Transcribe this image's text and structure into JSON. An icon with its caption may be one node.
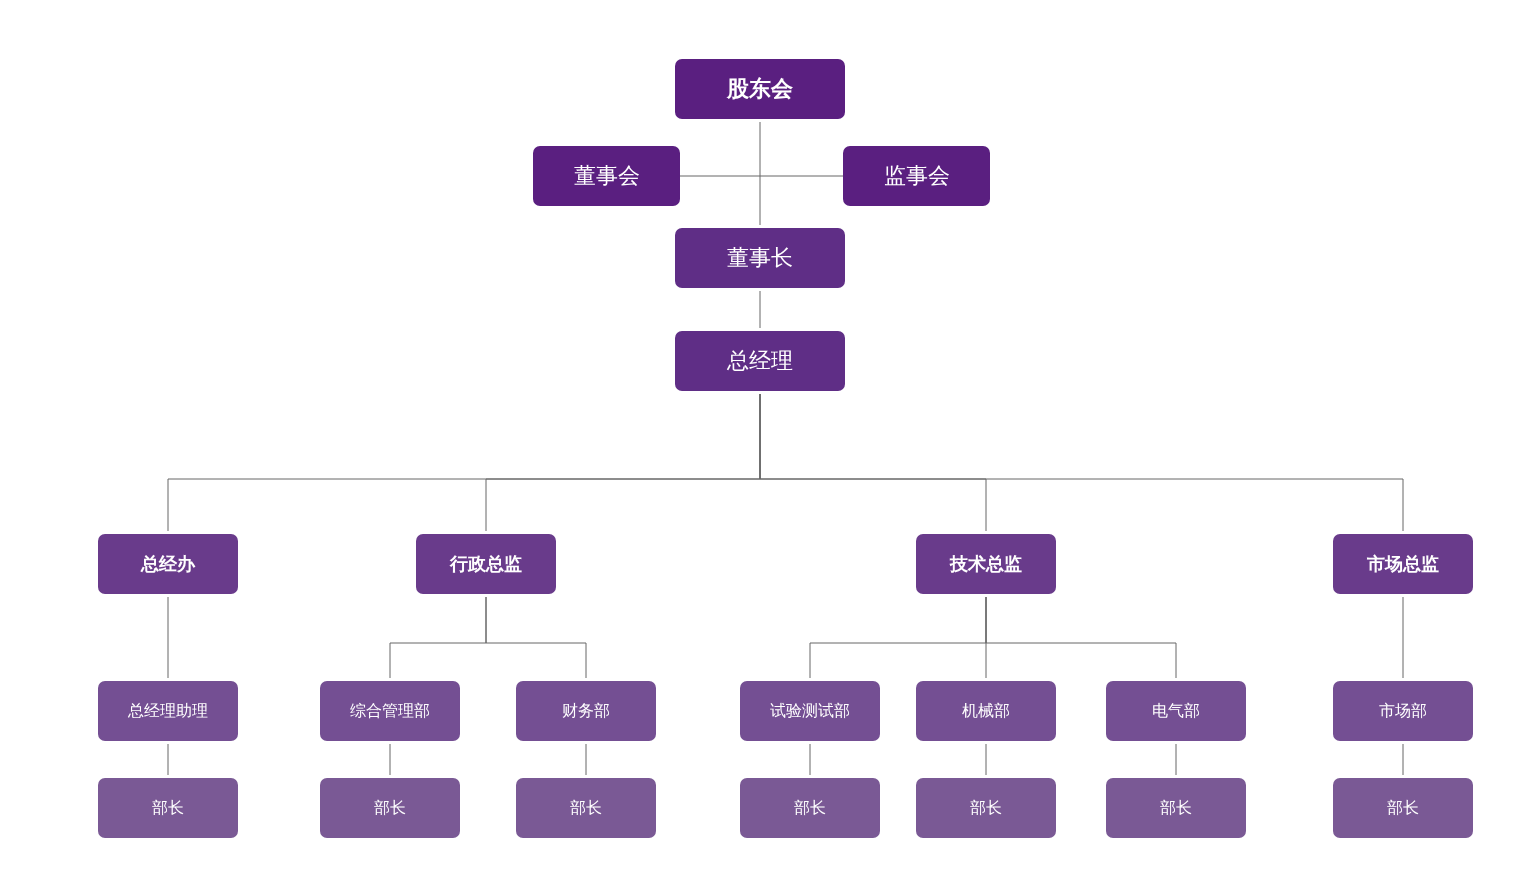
{
  "diagram": {
    "nodes": [
      {
        "text": [
          "股东会"
        ]
      },
      {
        "text": [
          "董事会"
        ]
      },
      {
        "text": [
          "监事会"
        ]
      },
      {
        "text": [
          "董事长"
        ]
      },
      {
        "text": [
          "总经理"
        ]
      },
      {
        "text": [
          "总经办"
        ]
      },
      {
        "text": [
          "行政总监"
        ]
      },
      {
        "text": [
          "技术总监"
        ]
      },
      {
        "text": [
          "市场总监"
        ]
      },
      {
        "text": [
          "总经理助理"
        ]
      },
      {
        "text": [
          "综合管理部"
        ]
      },
      {
        "text": [
          "财务部"
        ]
      },
      {
        "text": [
          "试验测试部"
        ]
      },
      {
        "text": [
          "机械部"
        ]
      },
      {
        "text": [
          "电气部"
        ]
      },
      {
        "text": [
          "市场部"
        ]
      },
      {
        "text": [
          "部长"
        ]
      },
      {
        "text": [
          "部长"
        ]
      },
      {
        "text": [
          "部长"
        ]
      },
      {
        "text": [
          "部长"
        ]
      },
      {
        "text": [
          "部长"
        ]
      },
      {
        "text": [
          "部长"
        ]
      },
      {
        "text": [
          "部长"
        ]
      }
    ],
    "edges": [
      {
        "from": 0,
        "to": 3,
        "arrow": "none"
      },
      {
        "from": 1,
        "to": 2,
        "arrow": "none"
      },
      {
        "from": 3,
        "to": 4,
        "arrow": "none"
      },
      {
        "from": 4,
        "to": 5,
        "arrow": "none"
      },
      {
        "from": 4,
        "to": 6,
        "arrow": "none"
      },
      {
        "from": 4,
        "to": 7,
        "arrow": "none"
      },
      {
        "from": 4,
        "to": 8,
        "arrow": "none"
      },
      {
        "from": 5,
        "to": 9,
        "arrow": "none"
      },
      {
        "from": 6,
        "to": 10,
        "arrow": "none"
      },
      {
        "from": 6,
        "to": 11,
        "arrow": "none"
      },
      {
        "from": 7,
        "to": 12,
        "arrow": "none"
      },
      {
        "from": 7,
        "to": 13,
        "arrow": "none"
      },
      {
        "from": 7,
        "to": 14,
        "arrow": "none"
      },
      {
        "from": 8,
        "to": 15,
        "arrow": "none"
      },
      {
        "from": 9,
        "to": 16,
        "arrow": "none"
      },
      {
        "from": 10,
        "to": 17,
        "arrow": "none"
      },
      {
        "from": 11,
        "to": 18,
        "arrow": "none"
      },
      {
        "from": 12,
        "to": 19,
        "arrow": "none"
      },
      {
        "from": 13,
        "to": 20,
        "arrow": "none"
      },
      {
        "from": 14,
        "to": 21,
        "arrow": "none"
      },
      {
        "from": 15,
        "to": 22,
        "arrow": "none"
      }
    ]
  }
}
